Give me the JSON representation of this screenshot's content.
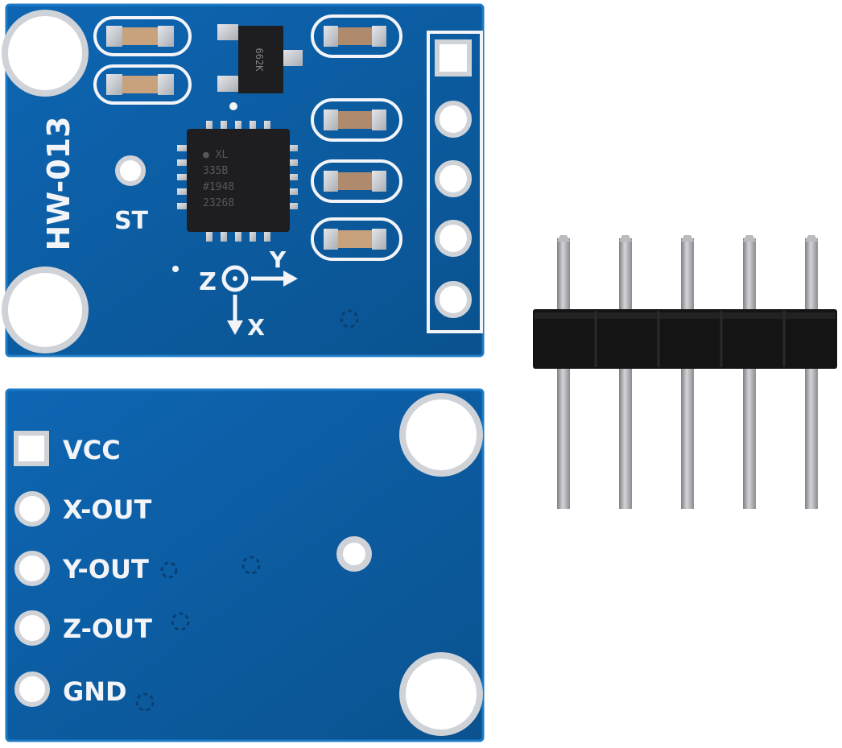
{
  "colors": {
    "background": "#ffffff",
    "pcb_blue": "#0b5fa8",
    "pcb_blue_dark": "#0a4f8f",
    "pcb_edge": "#1c7ac6",
    "silkscreen": "#f2f4f8",
    "pad_silver": "#c9ccd1",
    "pin_metal": "#a6a8ac",
    "header_black": "#141414",
    "chip_black": "#1e1e20"
  },
  "front_board": {
    "model_label": "HW-013",
    "st_label": "ST",
    "axis_labels": {
      "z": "Z",
      "y": "Y",
      "x": "X"
    },
    "chip_markings": [
      "● XL",
      "335B",
      "#1948",
      "23268"
    ],
    "regulator_marking": "662K"
  },
  "back_board": {
    "pin_labels": [
      "VCC",
      "X-OUT",
      "Y-OUT",
      "Z-OUT",
      "GND"
    ]
  },
  "pin_header": {
    "pin_count": 5
  }
}
